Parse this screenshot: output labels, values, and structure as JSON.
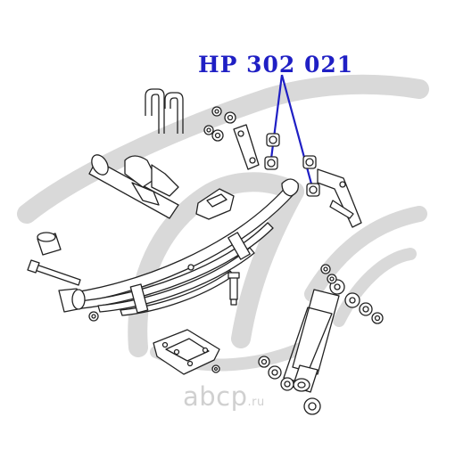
{
  "part_number": "HP 302 021",
  "watermark": {
    "site": "abcp",
    "tld": ".ru"
  },
  "colors": {
    "callout": "#1f1fc4",
    "ink": "#222222",
    "watermark": "#d0d0d0"
  }
}
